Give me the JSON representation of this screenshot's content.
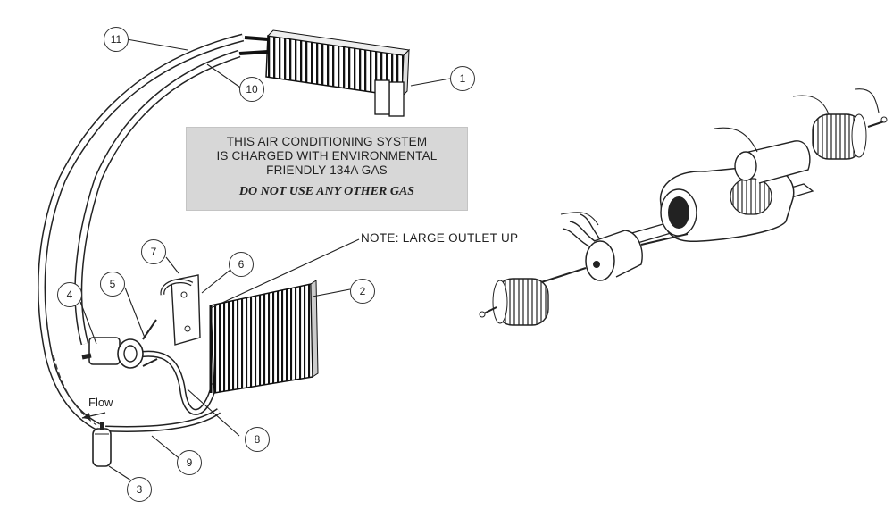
{
  "label": {
    "line1": "THIS AIR CONDITIONING SYSTEM",
    "line2": "IS CHARGED WITH ENVIRONMENTAL",
    "line3": "FRIENDLY 134A GAS",
    "warning": "DO NOT USE ANY OTHER GAS"
  },
  "note": "NOTE: LARGE OUTLET UP",
  "flow_label": "Flow",
  "callouts": [
    "1",
    "2",
    "3",
    "4",
    "5",
    "6",
    "7",
    "8",
    "9",
    "10",
    "11"
  ]
}
